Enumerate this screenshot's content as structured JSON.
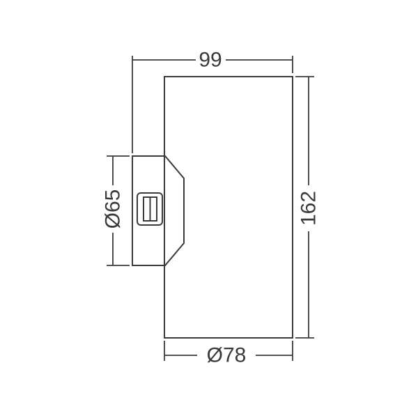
{
  "drawing": {
    "name": "cylindrical-wall-luminaire-dimension-drawing",
    "background": "#ffffff",
    "line_color": "#3a3a39",
    "text_color": "#3a3a39",
    "dimensions": {
      "depth": "99",
      "height": "162",
      "bracket_height": "Ø65",
      "body_width": "Ø78"
    }
  }
}
